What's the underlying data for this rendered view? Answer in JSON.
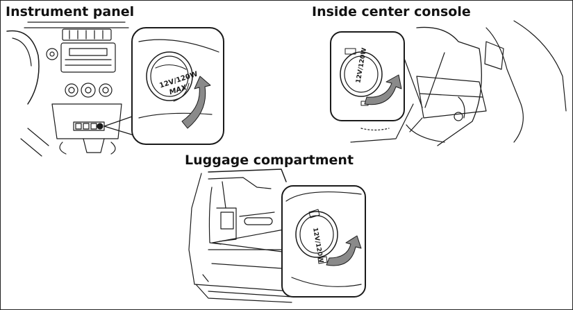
{
  "sections": {
    "instrument_panel": {
      "title": "Instrument panel",
      "cap_text_line1": "12V/120W",
      "cap_text_line2": "MAX"
    },
    "center_console": {
      "title": "Inside center console",
      "cap_text": "12V/120W"
    },
    "luggage": {
      "title": "Luggage compartment",
      "cap_text": "12V/120W"
    }
  },
  "colors": {
    "line": "#1a1a1a",
    "arrow_fill": "#8a8a8a",
    "background": "#ffffff"
  }
}
